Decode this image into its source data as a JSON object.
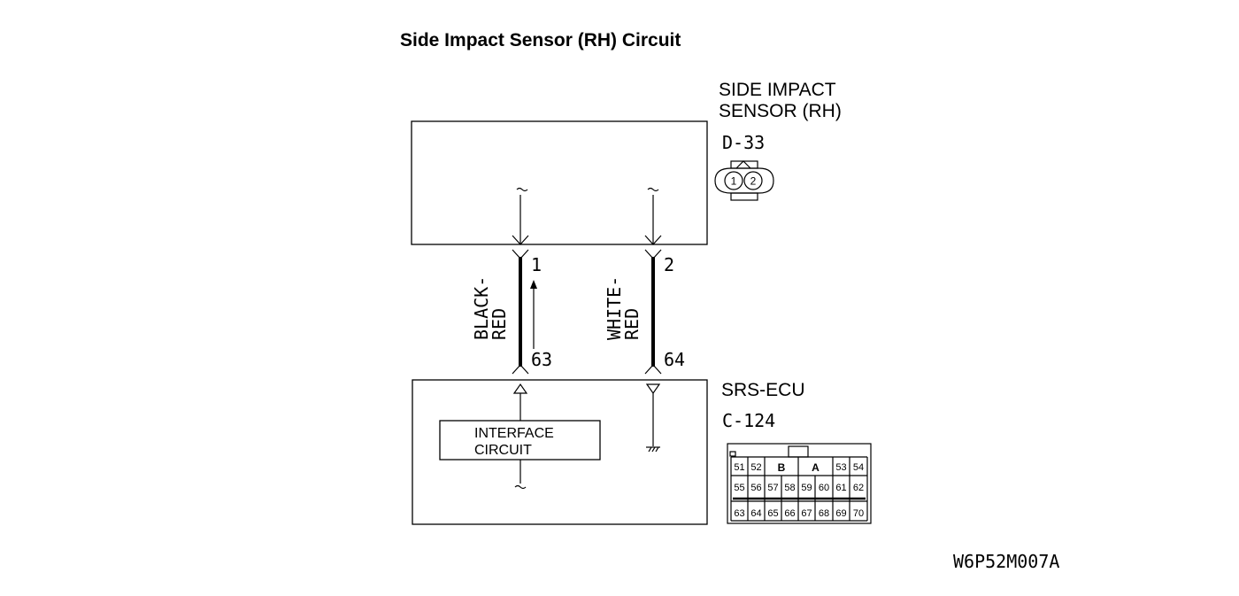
{
  "title": "Side Impact Sensor (RH) Circuit",
  "sensor": {
    "name_line1": "SIDE IMPACT",
    "name_line2": "SENSOR (RH)",
    "connector": "D-33",
    "pins": [
      "1",
      "2"
    ]
  },
  "ecu": {
    "name": "SRS-ECU",
    "connector": "C-124",
    "interface_line1": "INTERFACE",
    "interface_line2": "CIRCUIT",
    "connector_pins": {
      "row1": [
        "51",
        "52",
        "B",
        "A",
        "53",
        "54"
      ],
      "row2": [
        "55",
        "56",
        "57",
        "58",
        "59",
        "60",
        "61",
        "62"
      ],
      "row3": [
        "63",
        "64",
        "65",
        "66",
        "67",
        "68",
        "69",
        "70"
      ]
    }
  },
  "wires": [
    {
      "color_line1": "BLACK-",
      "color_line2": "RED",
      "sensor_pin": "1",
      "ecu_pin": "63"
    },
    {
      "color_line1": "WHITE-",
      "color_line2": "RED",
      "sensor_pin": "2",
      "ecu_pin": "64"
    }
  ],
  "figure_code": "W6P52M007A"
}
